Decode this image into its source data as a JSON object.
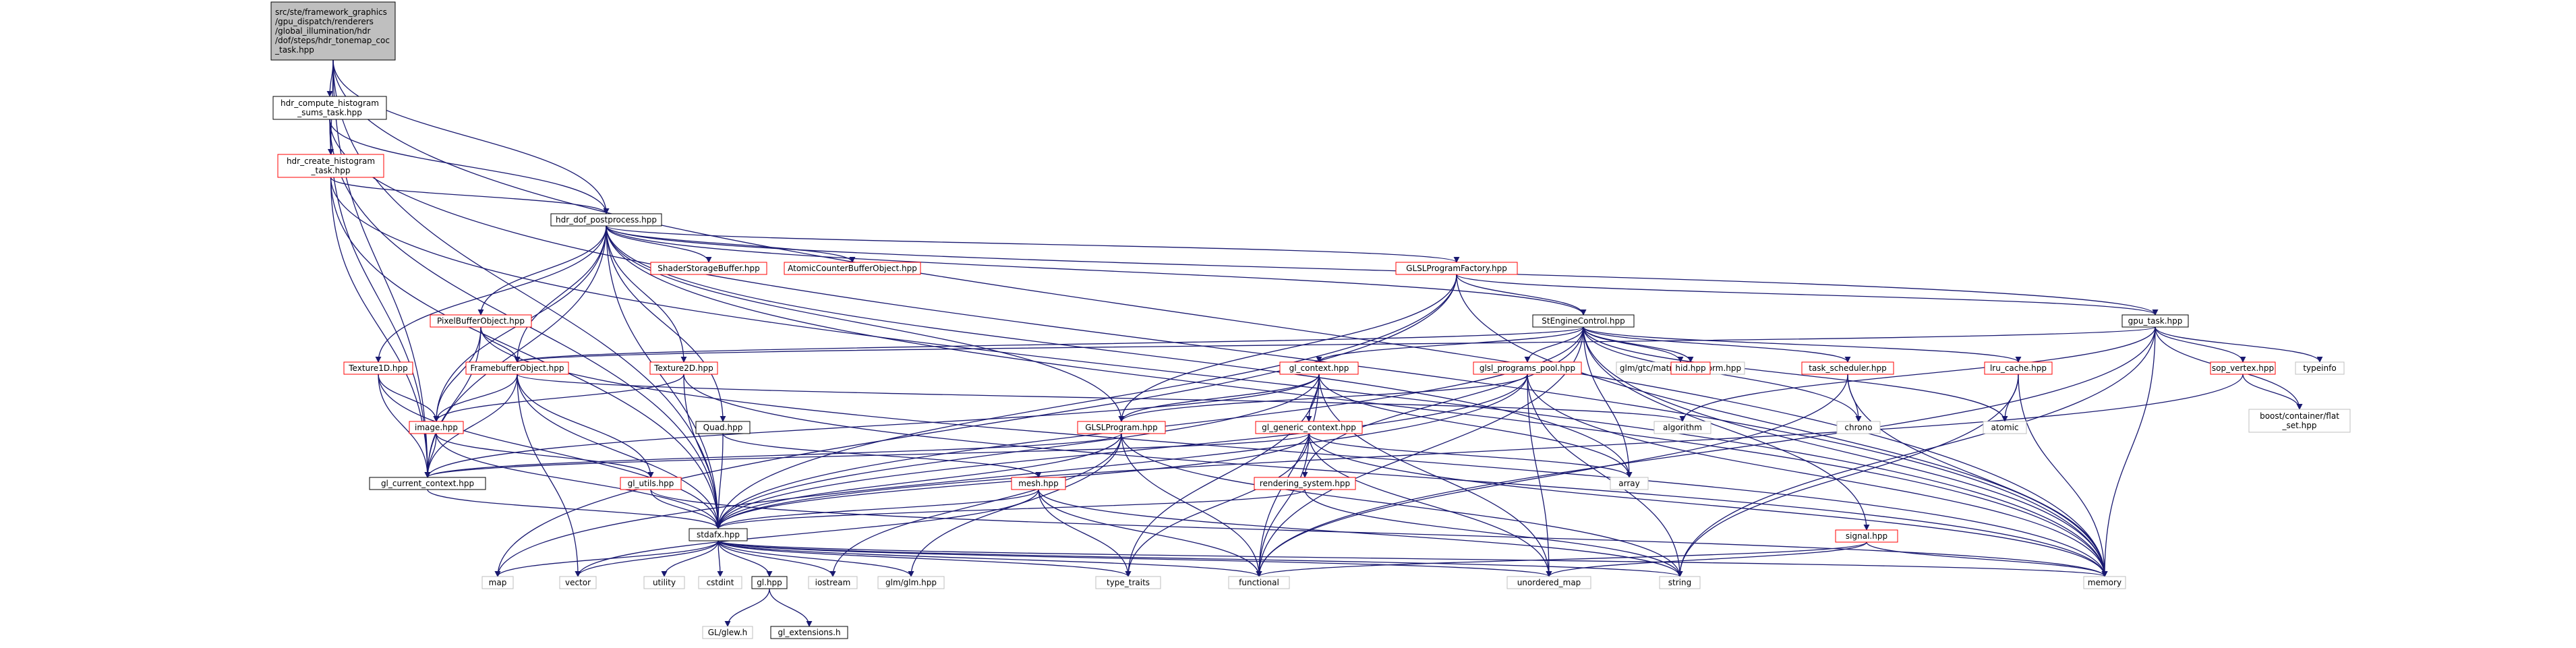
{
  "nodes": {
    "root": "src/ste/framework_graphics\n/gpu_dispatch/renderers\n/global_illumination/hdr\n/dof/steps/hdr_tonemap_coc\n_task.hpp",
    "hist_sums": "hdr_compute_histogram\n_sums_task.hpp",
    "hist_create": "hdr_create_histogram\n_task.hpp",
    "postprocess": "hdr_dof_postprocess.hpp",
    "ssbo": "ShaderStorageBuffer.hpp",
    "acbo": "AtomicCounterBufferObject.hpp",
    "glslfactory": "GLSLProgramFactory.hpp",
    "gpu_task": "gpu_task.hpp",
    "pbo": "PixelBufferObject.hpp",
    "ste_engine": "StEngineControl.hpp",
    "tex1d": "Texture1D.hpp",
    "fbo": "FramebufferObject.hpp",
    "tex2d": "Texture2D.hpp",
    "gl_context": "gl_context.hpp",
    "glsl_pool": "glsl_programs_pool.hpp",
    "glm_transform": "glm/gtc/matrix_transform.hpp",
    "hid": "hid.hpp",
    "task_sched": "task_scheduler.hpp",
    "lru": "lru_cache.hpp",
    "sop": "sop_vertex.hpp",
    "typeinfo": "typeinfo",
    "boost_flat": "boost/container/flat\n_set.hpp",
    "image": "image.hpp",
    "quad": "Quad.hpp",
    "glslprogram": "GLSLProgram.hpp",
    "gl_generic": "gl_generic_context.hpp",
    "algorithm": "algorithm",
    "chrono": "chrono",
    "atomic": "atomic",
    "array": "array",
    "gl_current": "gl_current_context.hpp",
    "gl_utils": "gl_utils.hpp",
    "mesh": "mesh.hpp",
    "rendering": "rendering_system.hpp",
    "signal": "signal.hpp",
    "stdafx": "stdafx.hpp",
    "map": "map",
    "vector": "vector",
    "utility": "utility",
    "cstdint": "cstdint",
    "gl": "gl.hpp",
    "iostream": "iostream",
    "glm_glm": "glm/glm.hpp",
    "type_traits": "type_traits",
    "functional": "functional",
    "unordered_map": "unordered_map",
    "string": "string",
    "memory": "memory",
    "glew": "GL/glew.h",
    "gl_ext": "gl_extensions.h"
  },
  "colors": {
    "edge": "#191970",
    "box_plain": "#000000",
    "box_truncated": "#ff0000",
    "box_external": "#bfbfbf",
    "root_fill": "#bfbfbf"
  }
}
